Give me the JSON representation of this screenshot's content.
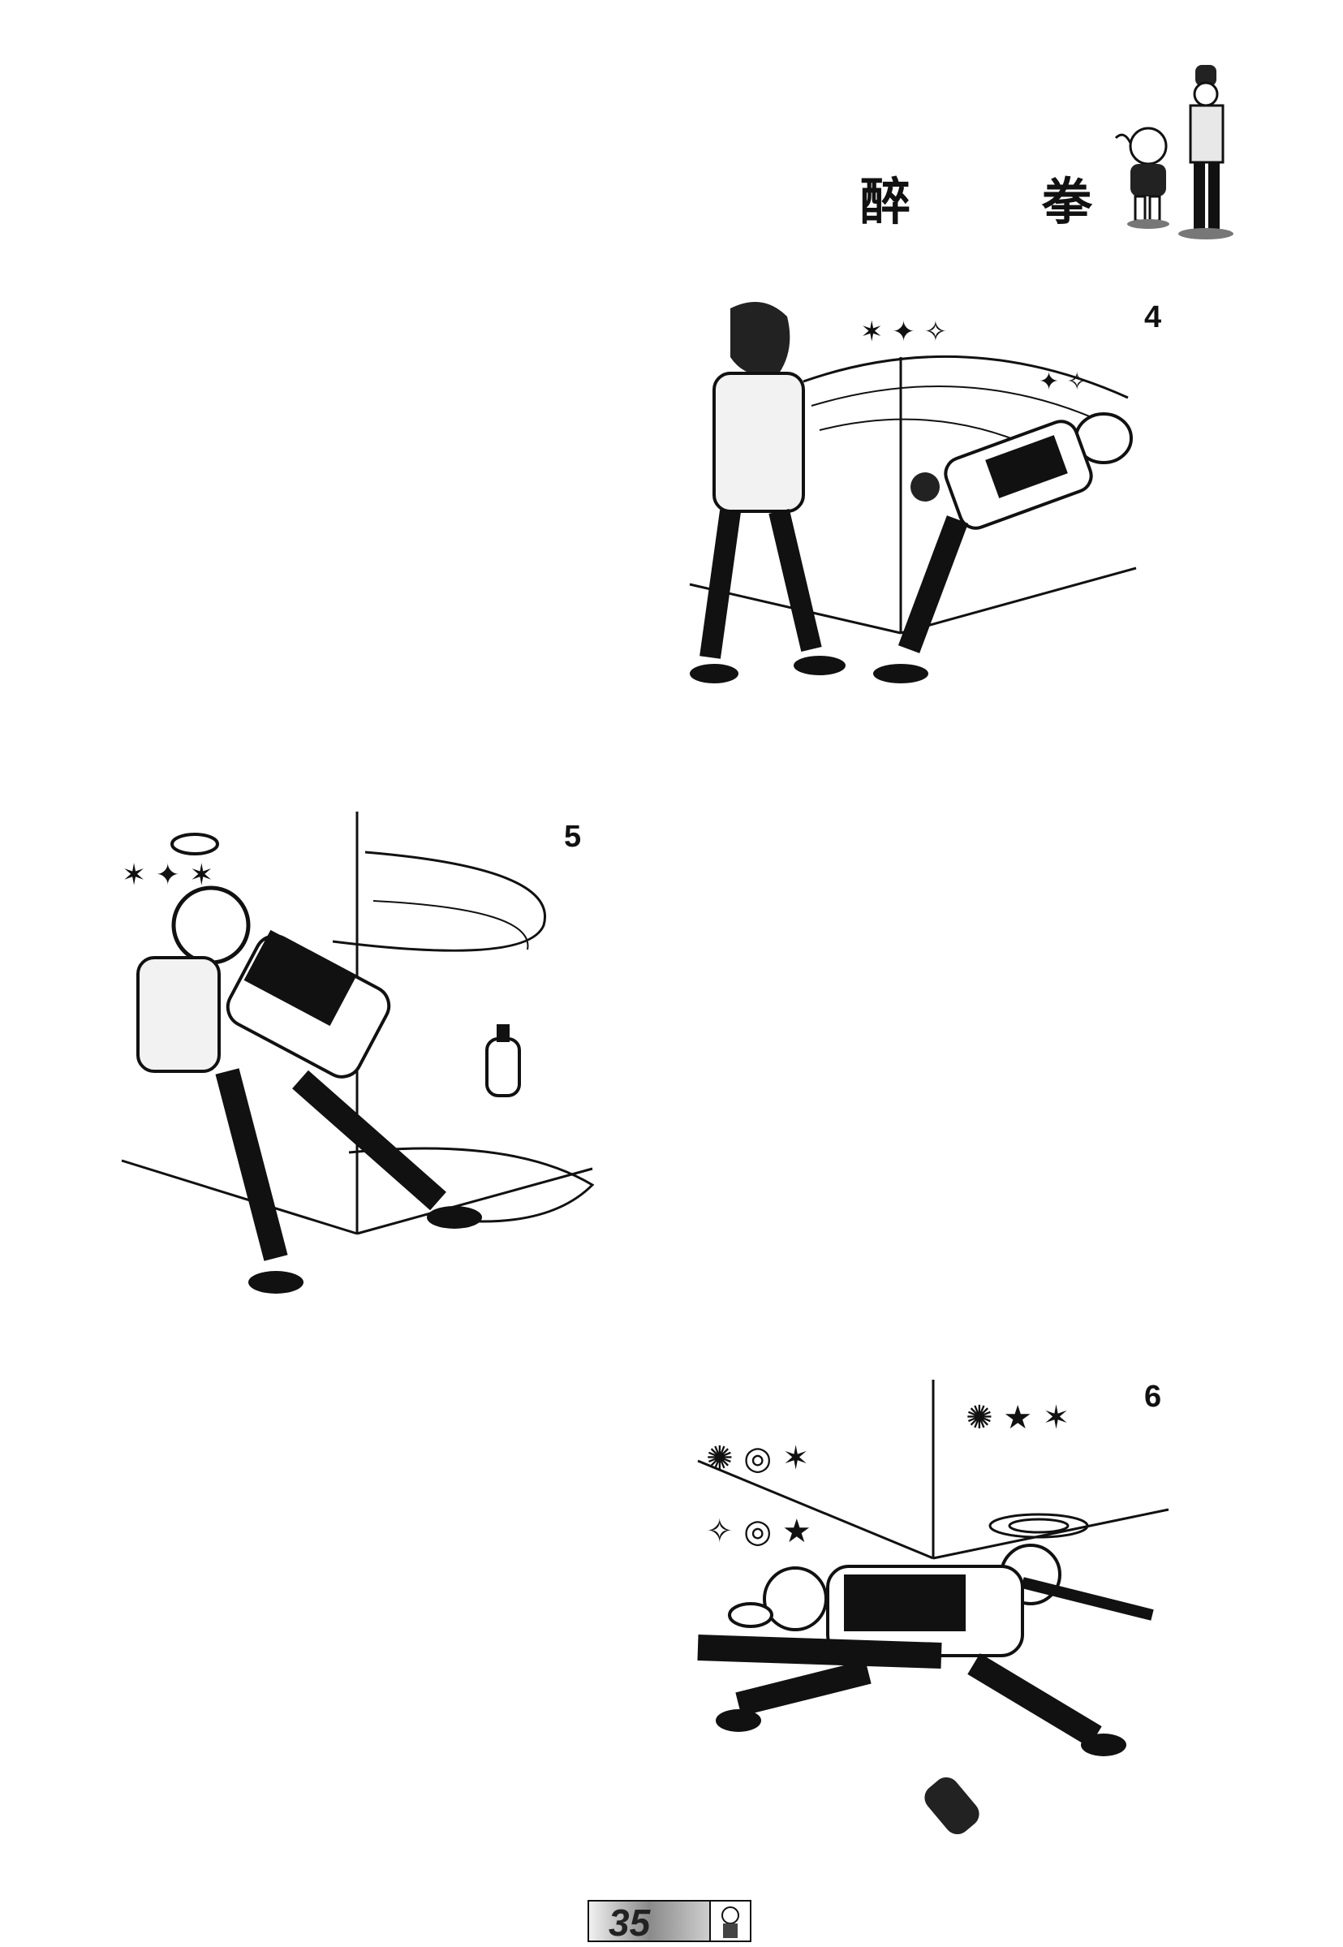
{
  "header": {
    "title": "醉 拳"
  },
  "panels": [
    {
      "label": "4"
    },
    {
      "label": "5"
    },
    {
      "label": "6"
    }
  ],
  "footer": {
    "page_number": "35"
  }
}
